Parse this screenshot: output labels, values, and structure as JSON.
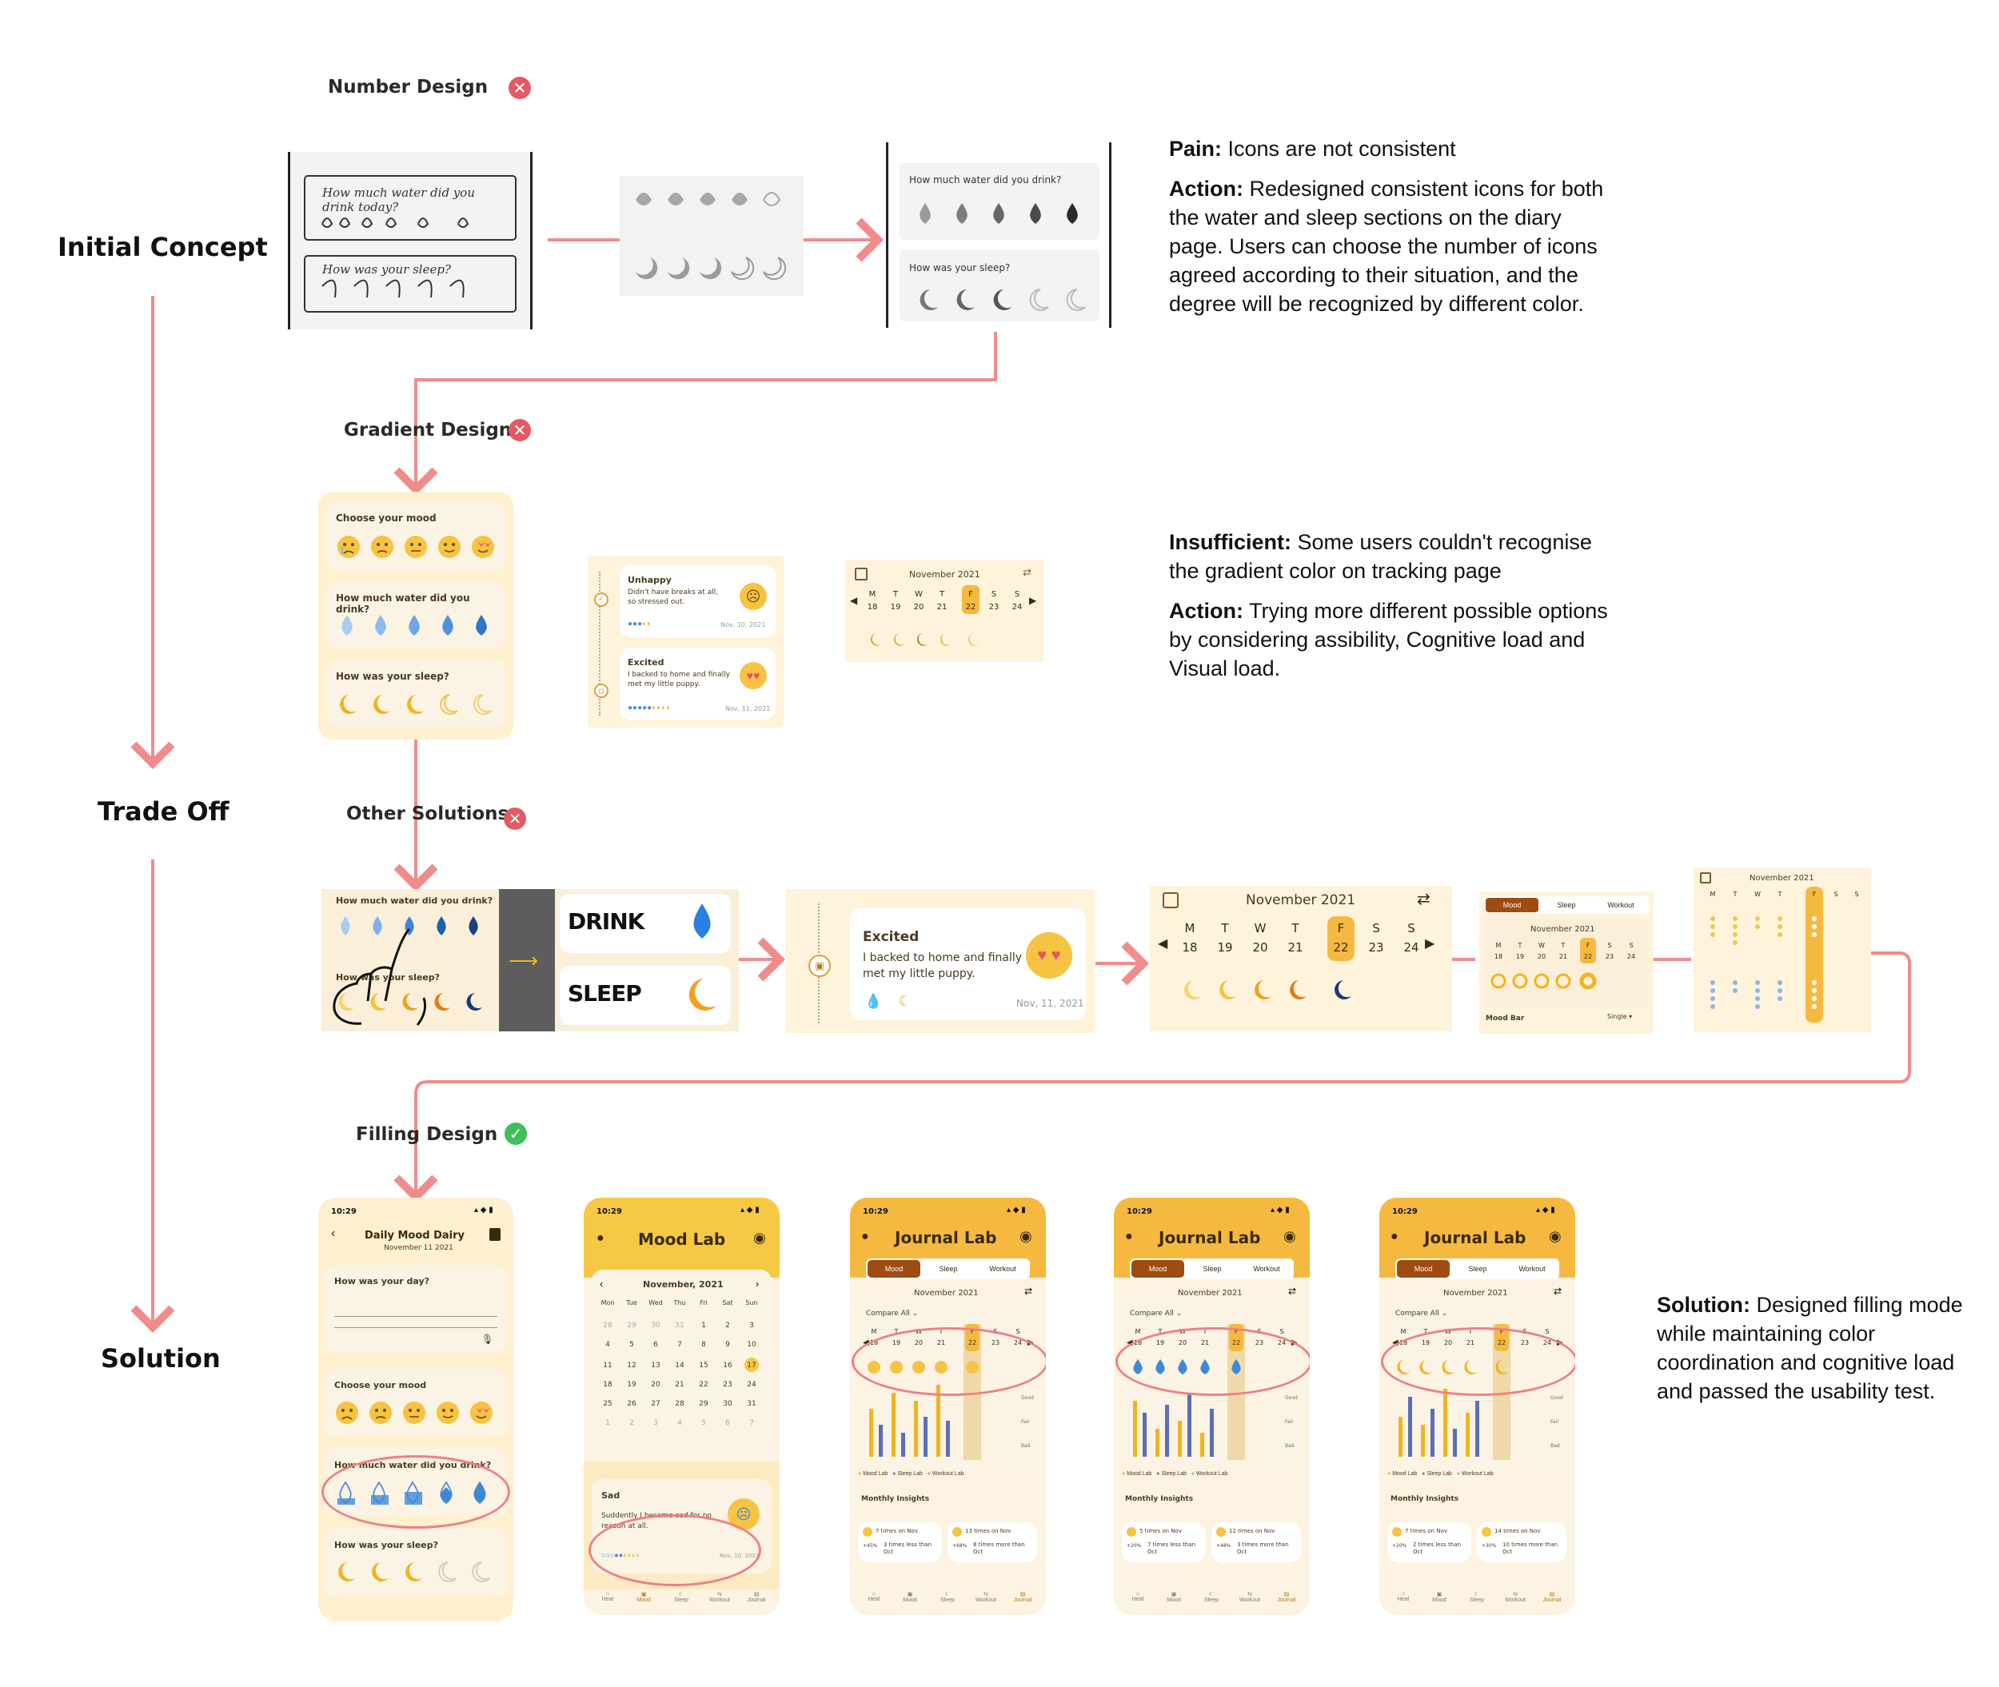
{
  "stages": {
    "initial": "Initial Concept",
    "tradeoff": "Trade Off",
    "solution": "Solution"
  },
  "steps": {
    "number_design": "Number Design",
    "gradient_design": "Gradient Design",
    "other_solutions": "Other Solutions",
    "filling_design": "Filling Design"
  },
  "notes": {
    "pain_label": "Pain:",
    "pain_text": " Icons are not consistent",
    "action1_label": "Action:",
    "action1_text": " Redesigned consistent icons for both the water and sleep sections on the diary page. Users can choose the number of icons agreed according to their situation, and the degree will be recognized by different color.",
    "insufficient_label": "Insufficient:",
    "insufficient_text": " Some users couldn't recognise the gradient color on tracking page",
    "action2_label": "Action:",
    "action2_text": " Trying more different possible options by considering assibility, Cognitive load and Visual load.",
    "solution_label": "Solution:",
    "solution_text": " Designed filling mode while maintaining color coordination and cognitive load and passed the usability test."
  },
  "sketch": {
    "water_q": "How much water did you drink today?",
    "sleep_q": "How was your sleep?"
  },
  "number_card": {
    "water_q": "How much water did you drink?",
    "sleep_q": "How was your sleep?"
  },
  "gradient_card": {
    "mood_q": "Choose your mood",
    "water_q": "How much water did you drink?",
    "sleep_q": "How was your sleep?"
  },
  "journal_entries": [
    {
      "title": "Unhappy",
      "body": "Didn't have breaks at all, so stressed out.",
      "date": "Nov, 10, 2021"
    },
    {
      "title": "Excited",
      "body": "I backed to home and finally met my little puppy.",
      "date": "Nov, 11, 2021"
    }
  ],
  "calendar": {
    "month": "November 2021",
    "days": [
      "M",
      "T",
      "W",
      "T",
      "F",
      "S",
      "S"
    ],
    "dates": [
      "18",
      "19",
      "20",
      "21",
      "22",
      "23",
      "24"
    ]
  },
  "other": {
    "water_q": "How much water did you drink?",
    "sleep_q": "How was your sleep?",
    "drink": "DRINK",
    "sleep": "SLEEP",
    "excited_title": "Excited",
    "excited_body": "I backed to home and finally met my little puppy.",
    "excited_date": "Nov, 11, 2021",
    "tabs": [
      "Mood",
      "Sleep",
      "Workout"
    ],
    "mood_bar": "Mood Bar",
    "single": "Single"
  },
  "final": {
    "diary": {
      "time": "10:29",
      "title": "Daily Mood Dairy",
      "date": "November 11 2021",
      "day_q": "How was your day?",
      "mood_q": "Choose your mood",
      "water_q": "How much water did you drink?",
      "sleep_q": "How was your sleep?"
    },
    "moodlab": {
      "time": "10:29",
      "title": "Mood Lab",
      "month": "November, 2021",
      "weekdays": [
        "Mon",
        "Tue",
        "Wed",
        "Thu",
        "Fri",
        "Sat",
        "Sun"
      ],
      "entry_title": "Sad",
      "entry_body": "Suddently I become sad for no reason at all.",
      "entry_date": "Nov, 10, 2021",
      "nav": [
        "Heal",
        "Mood",
        "Sleep",
        "Workout",
        "Journal"
      ]
    },
    "journal": {
      "time": "10:29",
      "title": "Journal Lab",
      "tabs": [
        "Mood",
        "Sleep",
        "Workout"
      ],
      "month": "November 2021",
      "compare": "Compare All",
      "legend": [
        "Mood Lab",
        "Sleep Lab",
        "Workout Lab"
      ],
      "scale": [
        "Good",
        "Fair",
        "Bad"
      ],
      "insights": "Monthly Insights",
      "nav": [
        "Heal",
        "Mood",
        "Sleep",
        "Workout",
        "Journal"
      ],
      "variants": [
        {
          "a": "7 times on Nov",
          "b": "13 times on Nov",
          "c": "3 times less than Oct",
          "d": "8 times more than Oct",
          "pa": "+45%",
          "pb": "+68%"
        },
        {
          "a": "5 times on Nov",
          "b": "12 times on Nov",
          "c": "7 times less than Oct",
          "d": "3 times more than Oct",
          "pa": "+20%",
          "pb": "+48%"
        },
        {
          "a": "7 times on Nov",
          "b": "14 times on Nov",
          "c": "2 times less than Oct",
          "d": "10 times more than Oct",
          "pa": "+20%",
          "pb": "+30%"
        }
      ]
    }
  },
  "colors": {
    "accent": "#f6b940",
    "arrow": "#f08c8c",
    "panel": "#fff3dc",
    "water": "#4a8fdc",
    "sleep": "#f2b41e",
    "error": "#e35a63",
    "ok": "#3dbf5a"
  }
}
